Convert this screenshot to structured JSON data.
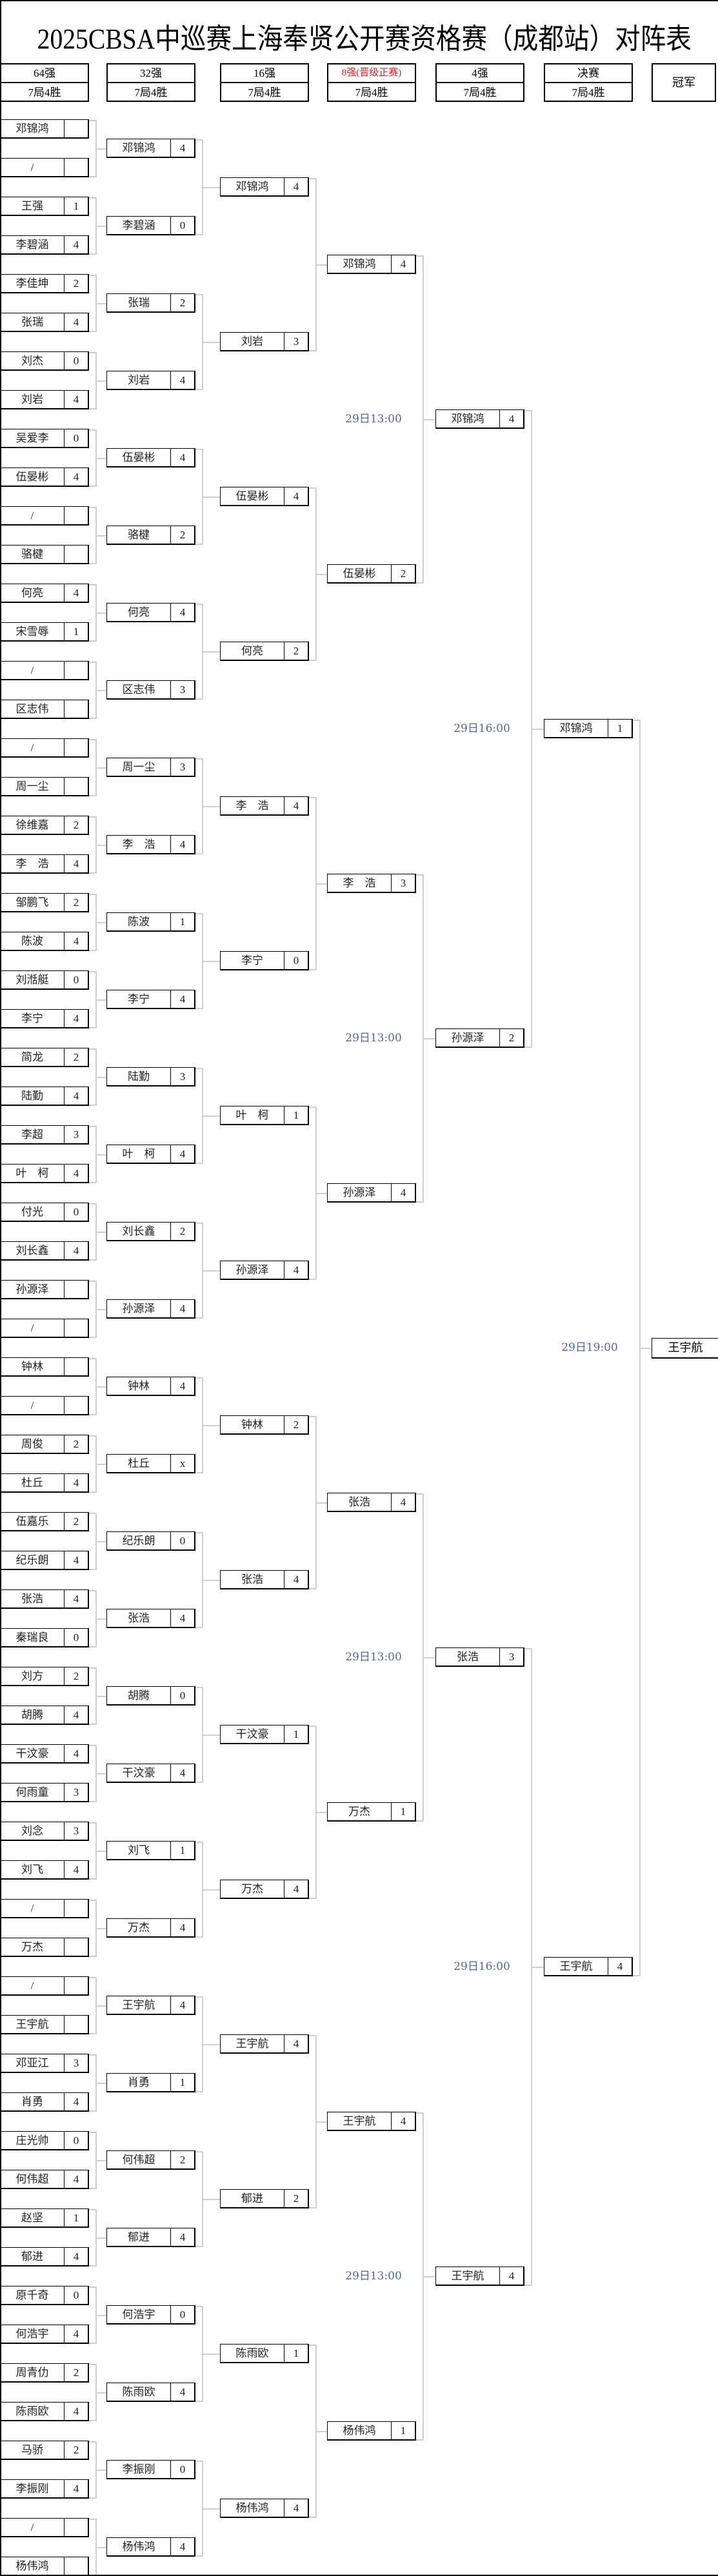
{
  "title": "2025CBSA中巡赛上海奉贤公开赛资格赛（成都站）对阵表",
  "headers": [
    {
      "round": "64强",
      "format": "7局4胜"
    },
    {
      "round": "32强",
      "format": "7局4胜"
    },
    {
      "round": "16强",
      "format": "7局4胜"
    },
    {
      "round": "8强(晋级正赛)",
      "format": "7局4胜"
    },
    {
      "round": "4强",
      "format": "7局4胜"
    },
    {
      "round": "决赛",
      "format": "7局4胜"
    }
  ],
  "champion_header": "冠军",
  "accent_colors": {
    "advance_header": "#e02020",
    "time_label": "#4a6aa8",
    "connector": "#cfcfcf"
  },
  "rounds": [
    {
      "entries": [
        {
          "name": "邓锦鸿",
          "score": ""
        },
        {
          "name": "/",
          "score": ""
        },
        {
          "name": "王强",
          "score": "1"
        },
        {
          "name": "李碧涵",
          "score": "4"
        },
        {
          "name": "李佳坤",
          "score": "2"
        },
        {
          "name": "张瑞",
          "score": "4"
        },
        {
          "name": "刘杰",
          "score": "0"
        },
        {
          "name": "刘岩",
          "score": "4"
        },
        {
          "name": "吴爱李",
          "score": "0"
        },
        {
          "name": "伍晏彬",
          "score": "4"
        },
        {
          "name": "/",
          "score": ""
        },
        {
          "name": "骆楗",
          "score": ""
        },
        {
          "name": "何亮",
          "score": "4"
        },
        {
          "name": "宋雪辱",
          "score": "1"
        },
        {
          "name": "/",
          "score": ""
        },
        {
          "name": "区志伟",
          "score": ""
        },
        {
          "name": "/",
          "score": ""
        },
        {
          "name": "周一尘",
          "score": ""
        },
        {
          "name": "徐维嘉",
          "score": "2"
        },
        {
          "name": "李　浩",
          "score": "4"
        },
        {
          "name": "邹鹏飞",
          "score": "2"
        },
        {
          "name": "陈波",
          "score": "4"
        },
        {
          "name": "刘湉艇",
          "score": "0"
        },
        {
          "name": "李宁",
          "score": "4"
        },
        {
          "name": "简龙",
          "score": "2"
        },
        {
          "name": "陆勤",
          "score": "4"
        },
        {
          "name": "李超",
          "score": "3"
        },
        {
          "name": "叶　柯",
          "score": "4"
        },
        {
          "name": "付光",
          "score": "0"
        },
        {
          "name": "刘长鑫",
          "score": "4"
        },
        {
          "name": "孙源泽",
          "score": ""
        },
        {
          "name": "/",
          "score": ""
        },
        {
          "name": "钟林",
          "score": ""
        },
        {
          "name": "/",
          "score": ""
        },
        {
          "name": "周俊",
          "score": "2"
        },
        {
          "name": "杜丘",
          "score": "4"
        },
        {
          "name": "伍嘉乐",
          "score": "2"
        },
        {
          "name": "纪乐朗",
          "score": "4"
        },
        {
          "name": "张浩",
          "score": "4"
        },
        {
          "name": "秦瑞良",
          "score": "0"
        },
        {
          "name": "刘方",
          "score": "2"
        },
        {
          "name": "胡腾",
          "score": "4"
        },
        {
          "name": "干汶豪",
          "score": "4"
        },
        {
          "name": "何雨童",
          "score": "3"
        },
        {
          "name": "刘念",
          "score": "3"
        },
        {
          "name": "刘飞",
          "score": "4"
        },
        {
          "name": "/",
          "score": ""
        },
        {
          "name": "万杰",
          "score": ""
        },
        {
          "name": "/",
          "score": ""
        },
        {
          "name": "王宇航",
          "score": ""
        },
        {
          "name": "邓亚江",
          "score": "3"
        },
        {
          "name": "肖勇",
          "score": "4"
        },
        {
          "name": "庄光帅",
          "score": "0"
        },
        {
          "name": "何伟超",
          "score": "4"
        },
        {
          "name": "赵坚",
          "score": "1"
        },
        {
          "name": "郁进",
          "score": "4"
        },
        {
          "name": "原千奇",
          "score": "0"
        },
        {
          "name": "何浩宇",
          "score": "4"
        },
        {
          "name": "周青仂",
          "score": "2"
        },
        {
          "name": "陈雨欧",
          "score": "4"
        },
        {
          "name": "马骄",
          "score": "2"
        },
        {
          "name": "李振刚",
          "score": "4"
        },
        {
          "name": "/",
          "score": ""
        },
        {
          "name": "杨伟鸿",
          "score": ""
        }
      ]
    },
    {
      "entries": [
        {
          "name": "邓锦鸿",
          "score": "4"
        },
        {
          "name": "李碧涵",
          "score": "0"
        },
        {
          "name": "张瑞",
          "score": "2"
        },
        {
          "name": "刘岩",
          "score": "4"
        },
        {
          "name": "伍晏彬",
          "score": "4"
        },
        {
          "name": "骆楗",
          "score": "2"
        },
        {
          "name": "何亮",
          "score": "4"
        },
        {
          "name": "区志伟",
          "score": "3"
        },
        {
          "name": "周一尘",
          "score": "3"
        },
        {
          "name": "李　浩",
          "score": "4"
        },
        {
          "name": "陈波",
          "score": "1"
        },
        {
          "name": "李宁",
          "score": "4"
        },
        {
          "name": "陆勤",
          "score": "3"
        },
        {
          "name": "叶　柯",
          "score": "4"
        },
        {
          "name": "刘长鑫",
          "score": "2"
        },
        {
          "name": "孙源泽",
          "score": "4"
        },
        {
          "name": "钟林",
          "score": "4"
        },
        {
          "name": "杜丘",
          "score": "x"
        },
        {
          "name": "纪乐朗",
          "score": "0"
        },
        {
          "name": "张浩",
          "score": "4"
        },
        {
          "name": "胡腾",
          "score": "0"
        },
        {
          "name": "干汶豪",
          "score": "4"
        },
        {
          "name": "刘飞",
          "score": "1"
        },
        {
          "name": "万杰",
          "score": "4"
        },
        {
          "name": "王宇航",
          "score": "4"
        },
        {
          "name": "肖勇",
          "score": "1"
        },
        {
          "name": "何伟超",
          "score": "2"
        },
        {
          "name": "郁进",
          "score": "4"
        },
        {
          "name": "何浩宇",
          "score": "0"
        },
        {
          "name": "陈雨欧",
          "score": "4"
        },
        {
          "name": "李振刚",
          "score": "0"
        },
        {
          "name": "杨伟鸿",
          "score": "4"
        }
      ]
    },
    {
      "entries": [
        {
          "name": "邓锦鸿",
          "score": "4"
        },
        {
          "name": "刘岩",
          "score": "3"
        },
        {
          "name": "伍晏彬",
          "score": "4"
        },
        {
          "name": "何亮",
          "score": "2"
        },
        {
          "name": "李　浩",
          "score": "4"
        },
        {
          "name": "李宁",
          "score": "0"
        },
        {
          "name": "叶　柯",
          "score": "1"
        },
        {
          "name": "孙源泽",
          "score": "4"
        },
        {
          "name": "钟林",
          "score": "2"
        },
        {
          "name": "张浩",
          "score": "4"
        },
        {
          "name": "干汶豪",
          "score": "1"
        },
        {
          "name": "万杰",
          "score": "4"
        },
        {
          "name": "王宇航",
          "score": "4"
        },
        {
          "name": "郁进",
          "score": "2"
        },
        {
          "name": "陈雨欧",
          "score": "1"
        },
        {
          "name": "杨伟鸿",
          "score": "4"
        }
      ]
    },
    {
      "entries": [
        {
          "name": "邓锦鸿",
          "score": "4"
        },
        {
          "name": "伍晏彬",
          "score": "2"
        },
        {
          "name": "李　浩",
          "score": "3"
        },
        {
          "name": "孙源泽",
          "score": "4"
        },
        {
          "name": "张浩",
          "score": "4"
        },
        {
          "name": "万杰",
          "score": "1"
        },
        {
          "name": "王宇航",
          "score": "4"
        },
        {
          "name": "杨伟鸿",
          "score": "1"
        }
      ]
    },
    {
      "entries": [
        {
          "name": "邓锦鸿",
          "score": "4"
        },
        {
          "name": "孙源泽",
          "score": "2"
        },
        {
          "name": "张浩",
          "score": "3"
        },
        {
          "name": "王宇航",
          "score": "4"
        }
      ]
    },
    {
      "entries": [
        {
          "name": "邓锦鸿",
          "score": "1"
        },
        {
          "name": "王宇航",
          "score": "4"
        }
      ]
    }
  ],
  "champion": "王宇航",
  "schedule": {
    "quarterfinal_times": [
      "29日13:00",
      "29日13:00",
      "29日13:00",
      "29日13:00"
    ],
    "semifinal_times": [
      "29日16:00",
      "29日16:00"
    ],
    "final_time": "29日19:00"
  }
}
